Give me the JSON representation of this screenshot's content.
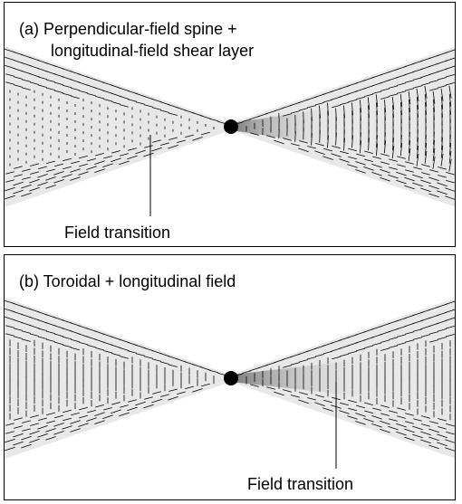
{
  "panels": [
    {
      "id": "a",
      "title_line1": "(a) Perpendicular-field spine +",
      "title_line2": "longitudinal-field shear layer",
      "callout": "Field transition",
      "field_type": "spine-sheath"
    },
    {
      "id": "b",
      "title_line1": "(b) Toroidal + longitudinal field",
      "title_line2": "",
      "callout": "Field transition",
      "field_type": "toroidal-longitudinal"
    }
  ],
  "colors": {
    "background": "#ffffff",
    "cone_fill": "#e8e8e8",
    "core_gradient_dark": "#7a7a7a",
    "vector": "#000000",
    "nucleus": "#000000"
  }
}
